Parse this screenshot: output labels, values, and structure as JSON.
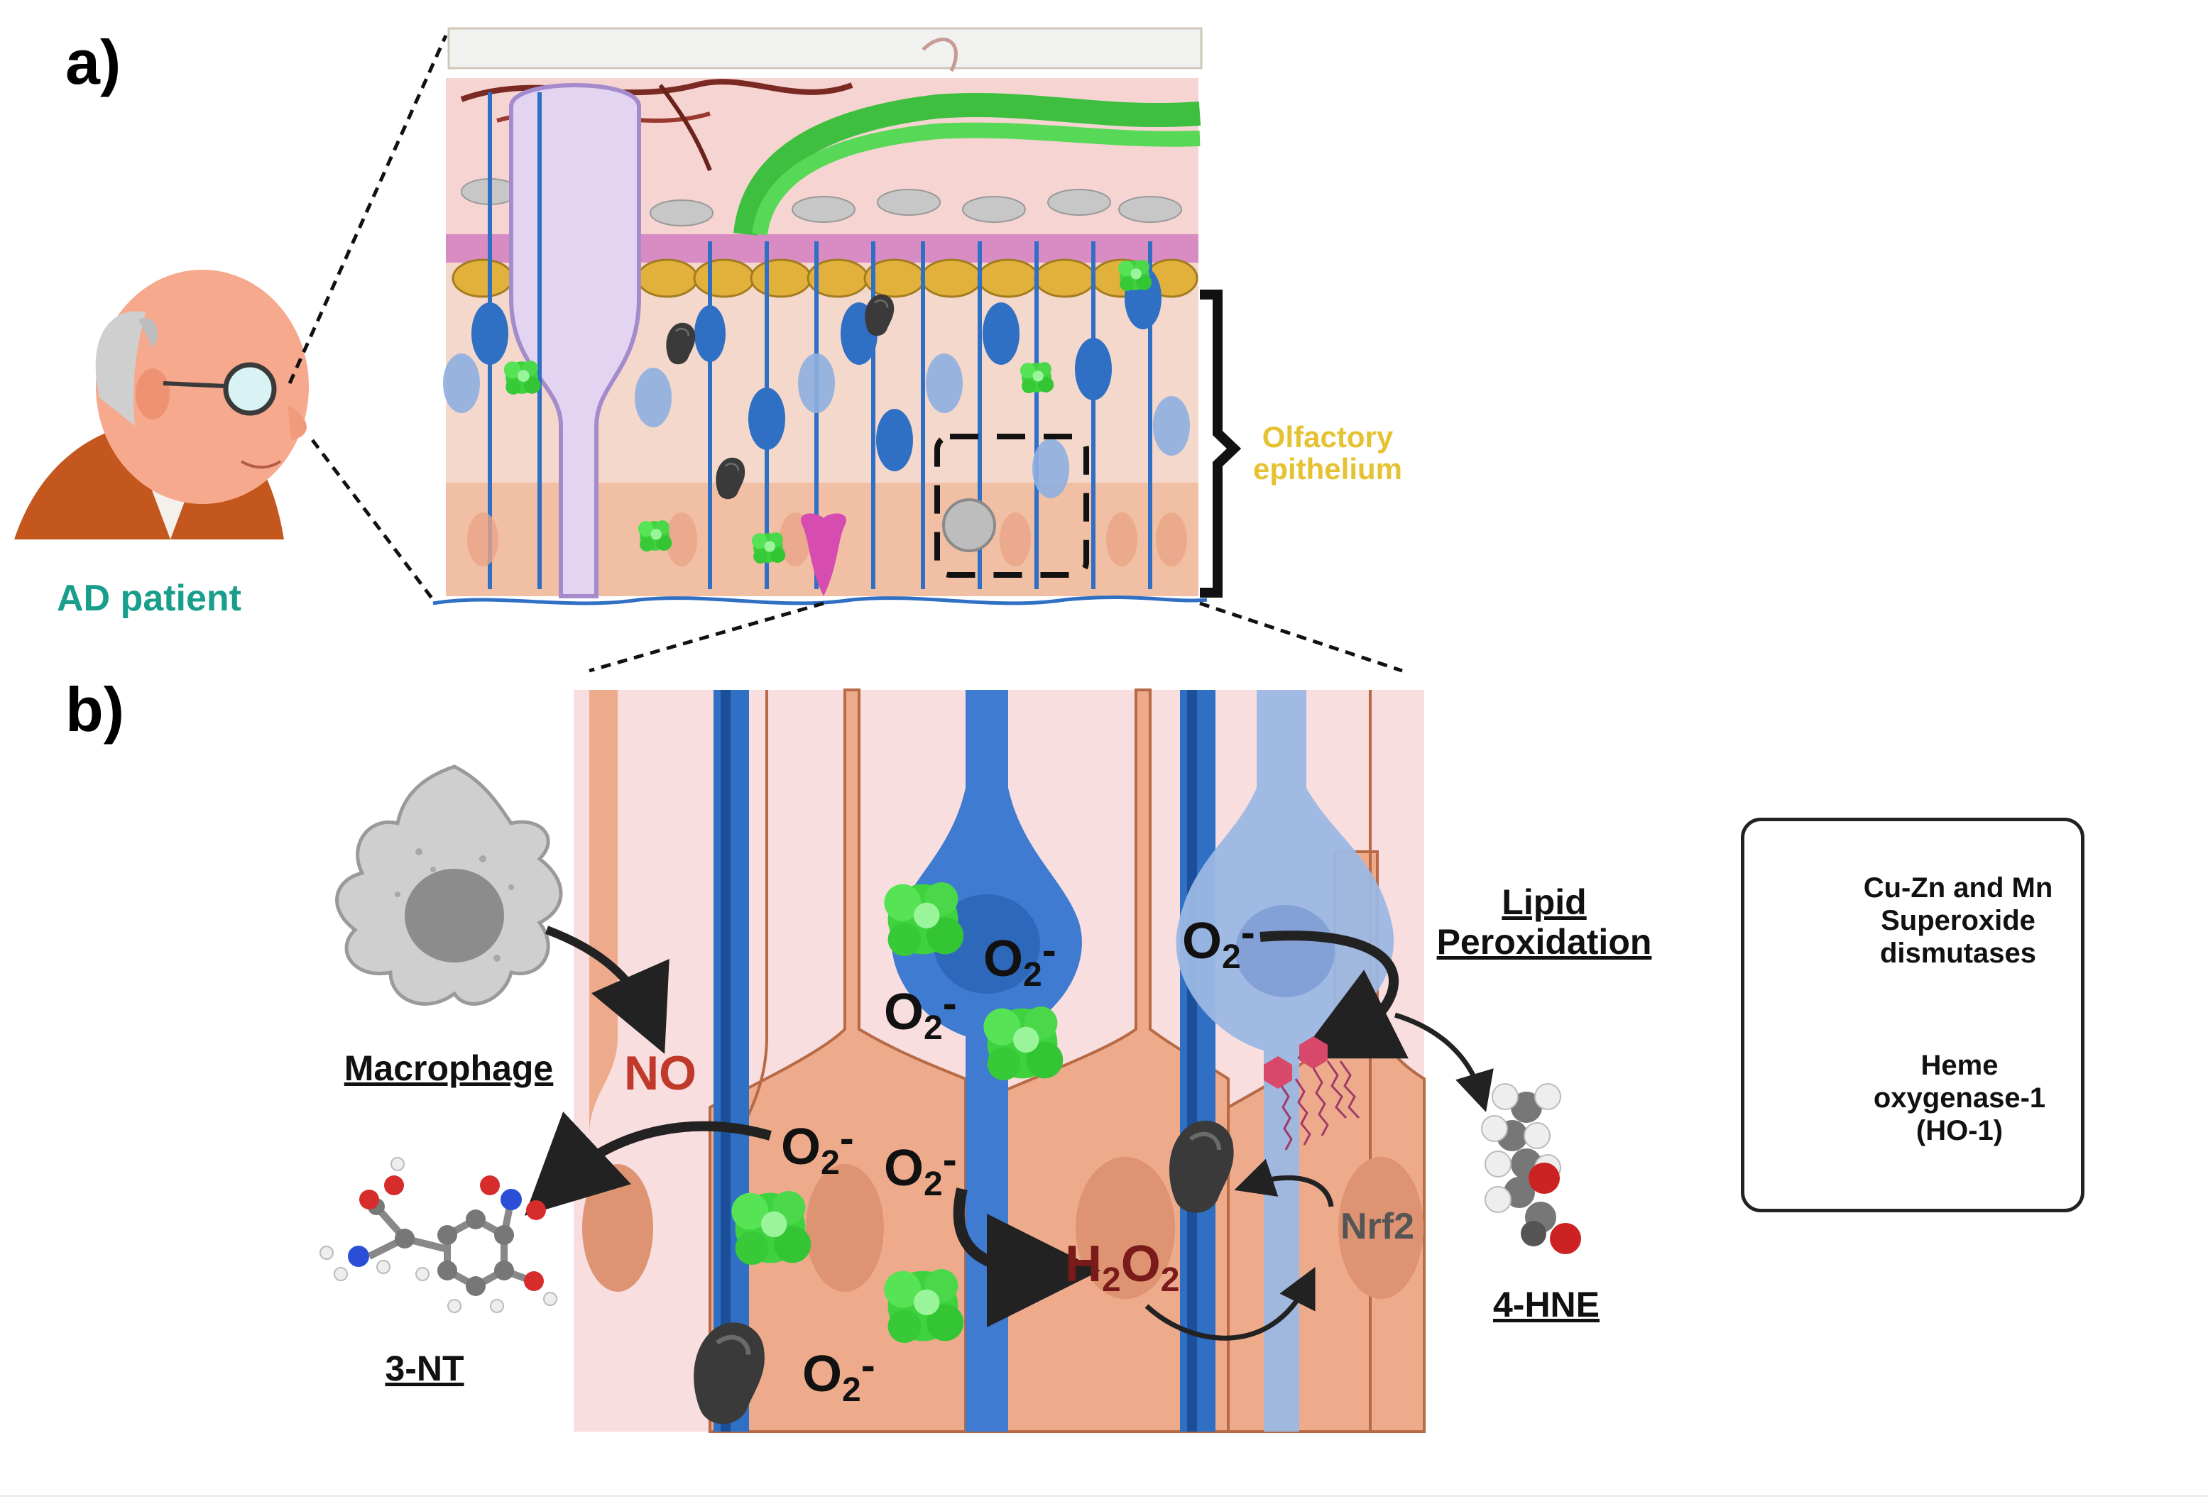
{
  "panel_a": {
    "label": "a)",
    "patient_label": "AD patient",
    "region_label_line1": "Olfactory",
    "region_label_line2": "epithelium"
  },
  "panel_b": {
    "label": "b)",
    "macrophage_label": "Macrophage",
    "no_label": "NO",
    "superoxide_label": "O",
    "superoxide_sub": "2",
    "superoxide_sup": "-",
    "h2o2_h": "H",
    "h2o2_sub1": "2",
    "h2o2_o": "O",
    "h2o2_sub2": "2",
    "nrf2_label": "Nrf2",
    "lipid_line1": "Lipid",
    "lipid_line2": "Peroxidation",
    "hne_label": "4-HNE",
    "nt_label": "3-NT"
  },
  "legend": {
    "sod_line1": "Cu-Zn and Mn",
    "sod_line2": "Superoxide",
    "sod_line3": "dismutases",
    "ho1_line1": "Heme",
    "ho1_line2": "oxygenase-1",
    "ho1_line3": "(HO-1)"
  },
  "colors": {
    "patient_label": "#1a9e8c",
    "region_label": "#e5c232",
    "no_label": "#c0392b",
    "h2o2_label": "#7a1a1a",
    "nrf2_label": "#555555",
    "sod_green": "#3fd23f",
    "ho1_dark": "#3a3a3a",
    "neuron_blue": "#2f6fc4",
    "support_cell": "#e9a98a"
  }
}
